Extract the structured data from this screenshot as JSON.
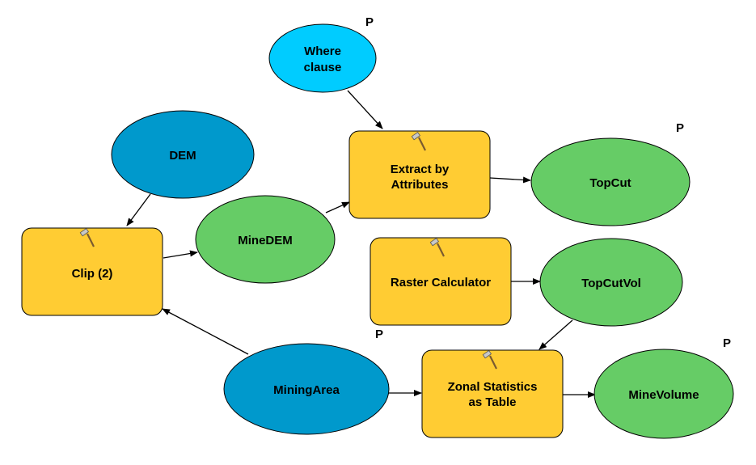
{
  "colors": {
    "input_variable": "#0099CC",
    "parameter_input": "#00CCFF",
    "tool": "#FFCC33",
    "derived_data": "#66CC66",
    "edge": "#000000"
  },
  "icons": {
    "tool": "hammer-icon"
  },
  "nodes": {
    "where_clause": {
      "lines": [
        "Where",
        "clause"
      ],
      "param": "P"
    },
    "dem": {
      "lines": [
        "DEM"
      ]
    },
    "extract_by_attributes": {
      "lines": [
        "Extract by",
        "Attributes"
      ]
    },
    "topcut": {
      "lines": [
        "TopCut"
      ],
      "param": "P"
    },
    "clip2": {
      "lines": [
        "Clip (2)"
      ]
    },
    "minedem": {
      "lines": [
        "MineDEM"
      ]
    },
    "raster_calculator": {
      "lines": [
        "Raster Calculator"
      ],
      "param": "P"
    },
    "topcutvol": {
      "lines": [
        "TopCutVol"
      ]
    },
    "miningarea": {
      "lines": [
        "MiningArea"
      ]
    },
    "zonal_statistics": {
      "lines": [
        "Zonal Statistics",
        "as Table"
      ]
    },
    "minevolume": {
      "lines": [
        "MineVolume"
      ],
      "param": "P"
    }
  }
}
